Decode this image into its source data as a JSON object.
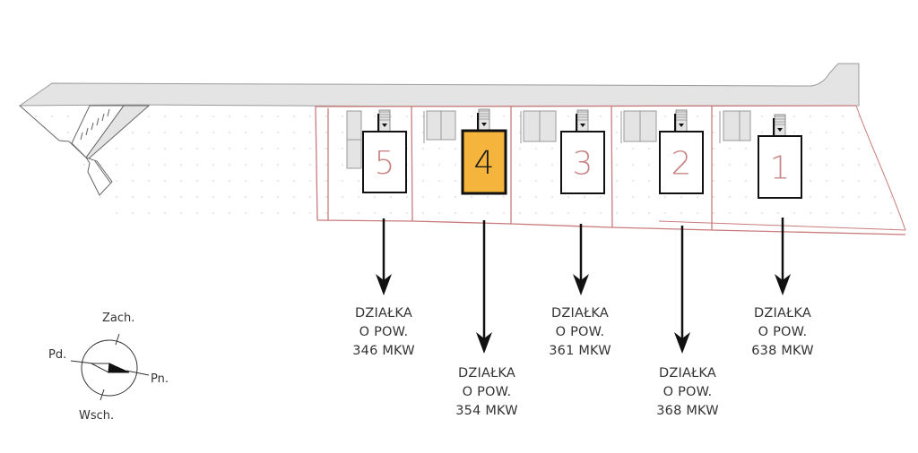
{
  "colors": {
    "road_fill": "#e4e4e4",
    "road_stroke": "#9a9a9a",
    "plot_border": "#c97b7b",
    "house_stroke": "#111111",
    "house_fill": "#ffffff",
    "highlight_fill": "#f5b43c",
    "number_color": "#c98585",
    "number_highlight_color": "#1a1a1a",
    "text_color": "#333333",
    "dot_color": "#d6d6d6"
  },
  "plots": [
    {
      "number": "5",
      "highlighted": false,
      "label_line1": "DZIAŁKA",
      "label_line2": "O POW.",
      "area": "346 MKW"
    },
    {
      "number": "4",
      "highlighted": true,
      "label_line1": "DZIAŁKA",
      "label_line2": "O POW.",
      "area": "354 MKW"
    },
    {
      "number": "3",
      "highlighted": false,
      "label_line1": "DZIAŁKA",
      "label_line2": "O POW.",
      "area": "361 MKW"
    },
    {
      "number": "2",
      "highlighted": false,
      "label_line1": "DZIAŁKA",
      "label_line2": "O POW.",
      "area": "368 MKW"
    },
    {
      "number": "1",
      "highlighted": false,
      "label_line1": "DZIAŁKA",
      "label_line2": "O POW.",
      "area": "638 MKW"
    }
  ],
  "compass": {
    "north": "Pn.",
    "south": "Pd.",
    "west": "Zach.",
    "east": "Wsch."
  }
}
